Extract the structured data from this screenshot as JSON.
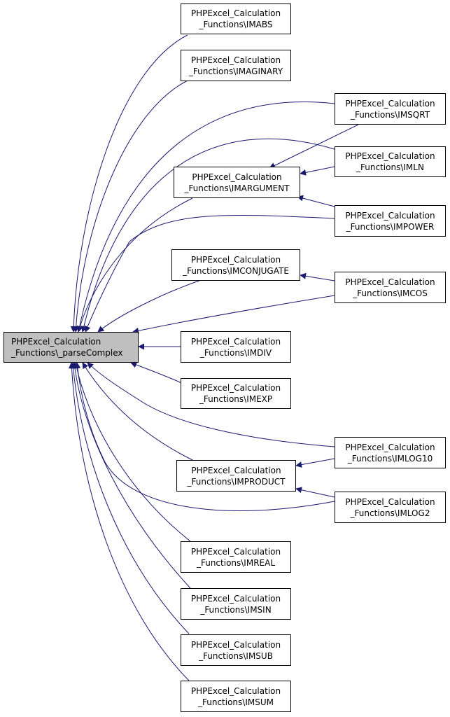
{
  "colors": {
    "edge": "#191970",
    "focus_fill": "#bfbfbf",
    "node_fill": "#ffffff",
    "border": "#000000"
  },
  "focus": {
    "line1": "PHPExcel_Calculation",
    "line2": "_Functions\\_parseComplex"
  },
  "nodes": {
    "imabs": {
      "line1": "PHPExcel_Calculation",
      "line2": "_Functions\\IMABS"
    },
    "imaginary": {
      "line1": "PHPExcel_Calculation",
      "line2": "_Functions\\IMAGINARY"
    },
    "imsqrt": {
      "line1": "PHPExcel_Calculation",
      "line2": "_Functions\\IMSQRT"
    },
    "imargument": {
      "line1": "PHPExcel_Calculation",
      "line2": "_Functions\\IMARGUMENT"
    },
    "imln": {
      "line1": "PHPExcel_Calculation",
      "line2": "_Functions\\IMLN"
    },
    "impower": {
      "line1": "PHPExcel_Calculation",
      "line2": "_Functions\\IMPOWER"
    },
    "imconjugate": {
      "line1": "PHPExcel_Calculation",
      "line2": "_Functions\\IMCONJUGATE"
    },
    "imcos": {
      "line1": "PHPExcel_Calculation",
      "line2": "_Functions\\IMCOS"
    },
    "imdiv": {
      "line1": "PHPExcel_Calculation",
      "line2": "_Functions\\IMDIV"
    },
    "imexp": {
      "line1": "PHPExcel_Calculation",
      "line2": "_Functions\\IMEXP"
    },
    "imlog10": {
      "line1": "PHPExcel_Calculation",
      "line2": "_Functions\\IMLOG10"
    },
    "improduct": {
      "line1": "PHPExcel_Calculation",
      "line2": "_Functions\\IMPRODUCT"
    },
    "imlog2": {
      "line1": "PHPExcel_Calculation",
      "line2": "_Functions\\IMLOG2"
    },
    "imreal": {
      "line1": "PHPExcel_Calculation",
      "line2": "_Functions\\IMREAL"
    },
    "imsin": {
      "line1": "PHPExcel_Calculation",
      "line2": "_Functions\\IMSIN"
    },
    "imsub": {
      "line1": "PHPExcel_Calculation",
      "line2": "_Functions\\IMSUB"
    },
    "imsum": {
      "line1": "PHPExcel_Calculation",
      "line2": "_Functions\\IMSUM"
    }
  }
}
